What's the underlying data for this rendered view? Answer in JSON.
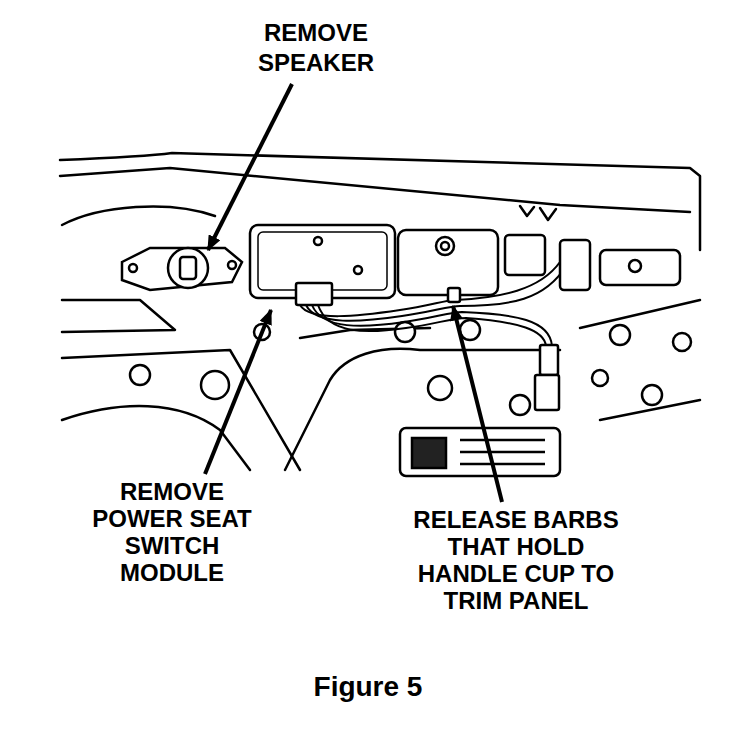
{
  "diagram": {
    "caption": "Figure 5",
    "labels": [
      "REMOVE SPEAKER",
      "REMOVE POWER SEAT SWITCH MODULE",
      "RELEASE BARBS THAT HOLD HANDLE CUP TO TRIM PANEL"
    ]
  }
}
